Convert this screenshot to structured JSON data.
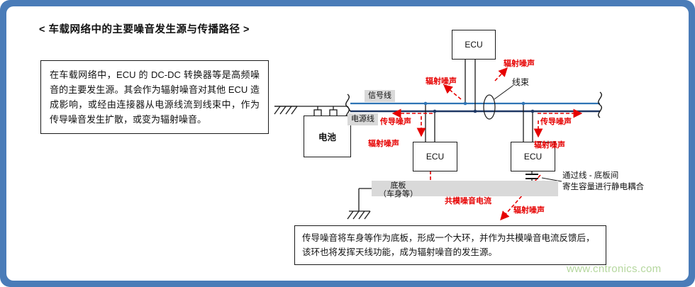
{
  "title": "< 车载网络中的主要噪音发生源与传播路径 >",
  "intro": {
    "text": "在车载网络中，ECU 的 DC-DC 转换器等是高频噪音的主要发生源。其会作为辐射噪音对其他 ECU 造成影响，或经由连接器从电源线流到线束中，作为传导噪音发生扩散，或变为辐射噪音。"
  },
  "caption": {
    "text": "传导噪音将车身等作为底板，形成一个大环，并作为共模噪音电流反馈后，该环也将发挥天线功能，成为辐射噪音的发生源。"
  },
  "watermark": "www.cntronics.com",
  "diagram": {
    "boxes": {
      "ecu_top": "ECU",
      "ecu_left": "ECU",
      "ecu_right": "ECU",
      "battery": "电池"
    },
    "tags": {
      "signal_line": "信号线",
      "power_line": "电源线"
    },
    "harness_label": "线束",
    "chassis": {
      "line1": "底板",
      "line2": "（车身等）"
    },
    "noise": {
      "radiated_top_right": "辐射噪声",
      "radiated_mid": "辐射噪声",
      "radiated_left": "辐射噪声",
      "radiated_right": "辐射噪声",
      "radiated_bottom": "辐射噪声",
      "conducted_left": "传导噪声",
      "conducted_right": "传导噪声",
      "common_mode": "共模噪音电流"
    },
    "coupling_note": {
      "line1": "通过线 - 底板间",
      "line2": "寄生容量进行静电耦合"
    },
    "colors": {
      "frame": "#4a7cb8",
      "signal": "#2e74b5",
      "power": "#1f3864",
      "noise": "#e60000",
      "gray": "#d9d9d9"
    }
  }
}
